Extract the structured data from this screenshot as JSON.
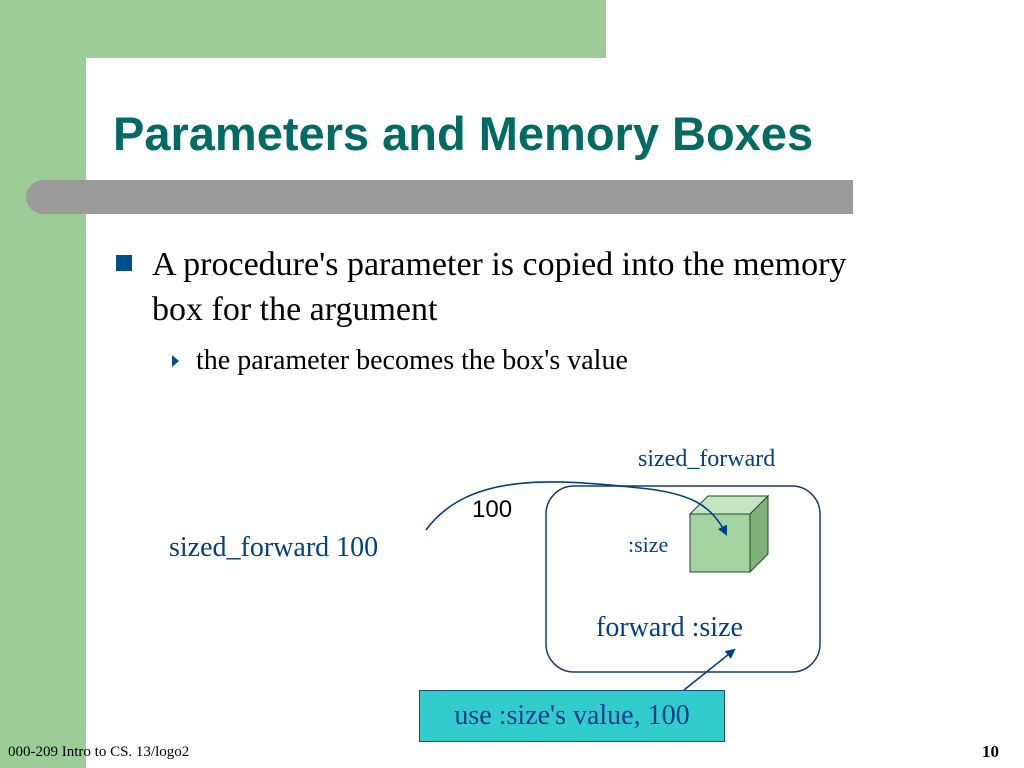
{
  "slide": {
    "title": "Parameters and Memory Boxes",
    "bullet": "A procedure's parameter is copied into the memory box for the argument",
    "sub_bullet": "the parameter becomes the box's value"
  },
  "diagram": {
    "procedure_name": "sized_forward",
    "call": "sized_forward 100",
    "value": "100",
    "param": ":size",
    "body": "forward :size",
    "note": "use :size's value, 100"
  },
  "footer": {
    "course": "000-209 Intro to CS. 13/logo2",
    "page_number": "10"
  },
  "colors": {
    "green_background": "#9ccd99",
    "title_teal": "#006a63",
    "rule_gray": "#9b9b9b",
    "bullet_blue": "#004f8c",
    "label_blue": "#003f8a",
    "note_fill": "#33cccc",
    "cube_front": "#a3d3a0",
    "cube_top": "#c6e5c2",
    "cube_side": "#7fb27b"
  }
}
